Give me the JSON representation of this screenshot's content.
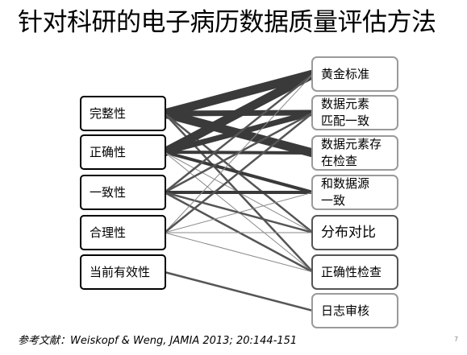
{
  "title": "针对科研的电子病历数据质量评估方法",
  "dimensions": [
    {
      "id": "d1",
      "label": "完整性"
    },
    {
      "id": "d2",
      "label": "正确性"
    },
    {
      "id": "d3",
      "label": "一致性"
    },
    {
      "id": "d4",
      "label": "合理性"
    },
    {
      "id": "d5",
      "label": "当前有效性"
    }
  ],
  "methods": [
    {
      "id": "m1",
      "label": "黄金标准"
    },
    {
      "id": "m2",
      "label": "数据元素\n匹配一致"
    },
    {
      "id": "m3",
      "label": "数据元素存\n在检查"
    },
    {
      "id": "m4",
      "label": "和数据源\n一致"
    },
    {
      "id": "m5",
      "label": "分布对比"
    },
    {
      "id": "m6",
      "label": "正确性检查"
    },
    {
      "id": "m7",
      "label": "日志审核"
    }
  ],
  "links": [
    {
      "from": "d1",
      "to": "m1",
      "weight": 5
    },
    {
      "from": "d1",
      "to": "m2",
      "weight": 4
    },
    {
      "from": "d1",
      "to": "m3",
      "weight": 5
    },
    {
      "from": "d1",
      "to": "m5",
      "weight": 2
    },
    {
      "from": "d1",
      "to": "m6",
      "weight": 2
    },
    {
      "from": "d2",
      "to": "m1",
      "weight": 5
    },
    {
      "from": "d2",
      "to": "m2",
      "weight": 4
    },
    {
      "from": "d2",
      "to": "m3",
      "weight": 3
    },
    {
      "from": "d2",
      "to": "m4",
      "weight": 3
    },
    {
      "from": "d2",
      "to": "m5",
      "weight": 1
    },
    {
      "from": "d2",
      "to": "m6",
      "weight": 1
    },
    {
      "from": "d3",
      "to": "m1",
      "weight": 2
    },
    {
      "from": "d3",
      "to": "m2",
      "weight": 2
    },
    {
      "from": "d3",
      "to": "m4",
      "weight": 3
    },
    {
      "from": "d3",
      "to": "m5",
      "weight": 2
    },
    {
      "from": "d3",
      "to": "m6",
      "weight": 2
    },
    {
      "from": "d4",
      "to": "m1",
      "weight": 1
    },
    {
      "from": "d4",
      "to": "m2",
      "weight": 2
    },
    {
      "from": "d4",
      "to": "m4",
      "weight": 1
    },
    {
      "from": "d4",
      "to": "m5",
      "weight": 1
    },
    {
      "from": "d4",
      "to": "m6",
      "weight": 1
    },
    {
      "from": "d5",
      "to": "m7",
      "weight": 2
    }
  ],
  "reference": "参考文献：Weiskopf & Weng, JAMIA 2013; 20:144-151",
  "page_number": "7"
}
